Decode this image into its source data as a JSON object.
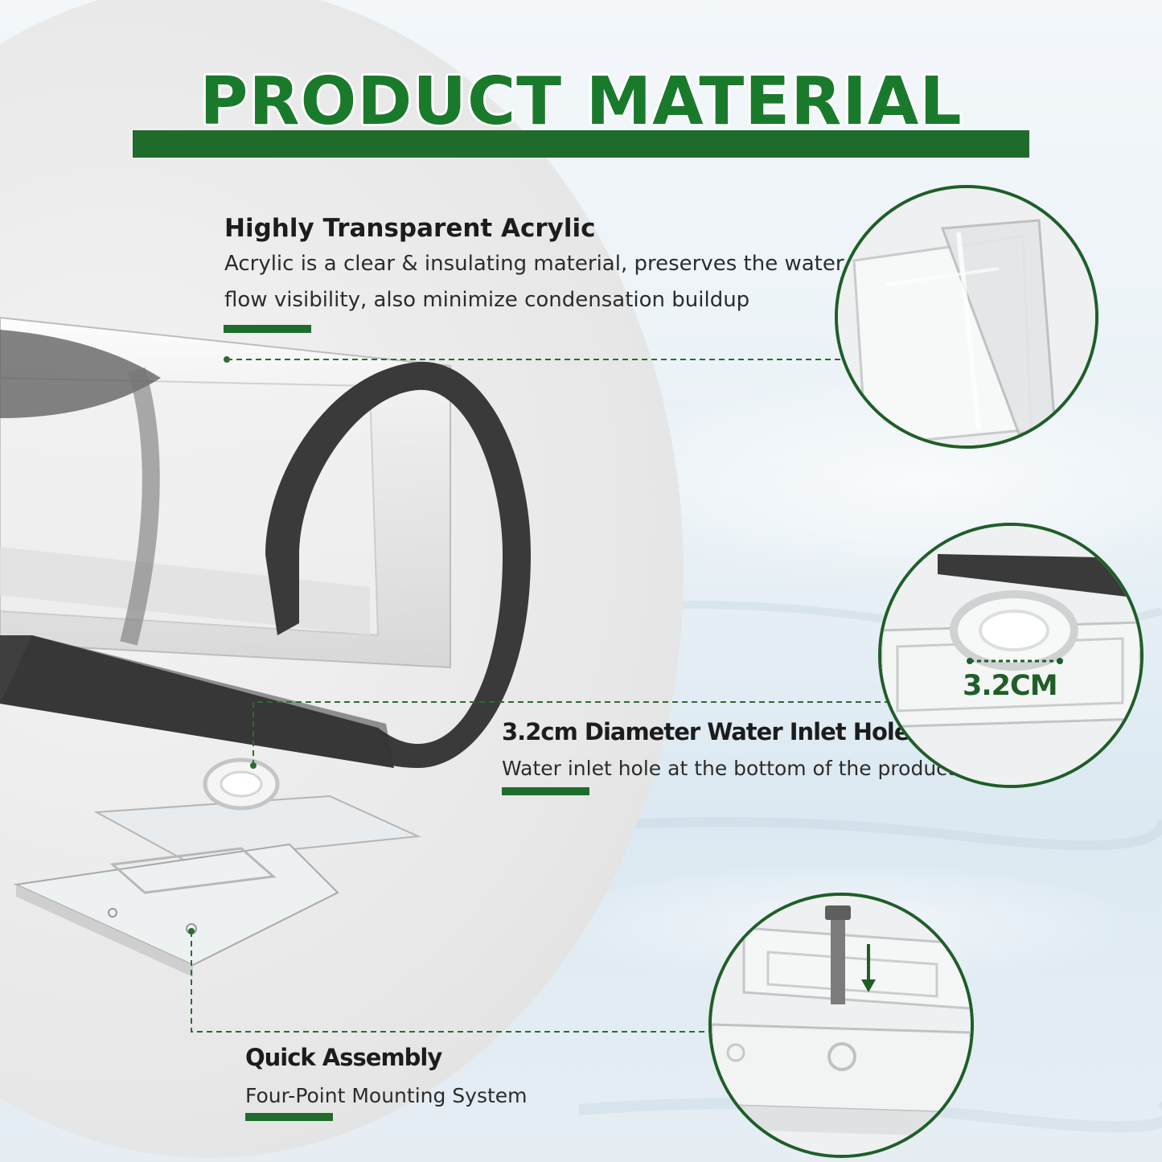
{
  "title": "PRODUCT MATERIAL",
  "colors": {
    "brand_green": "#1f6b2c",
    "title_green": "#1a7a2c",
    "gasket": "#3a3a3a"
  },
  "features": [
    {
      "title": "Highly Transparent Acrylic",
      "desc_line1": "Acrylic is a clear & insulating material, preserves the water",
      "desc_line2": "flow visibility, also minimize condensation buildup"
    },
    {
      "title": "3.2cm Diameter Water Inlet Hole",
      "desc": "Water inlet hole at the bottom of the product"
    },
    {
      "title": "Quick Assembly",
      "desc": "Four-Point Mounting System"
    }
  ],
  "insets": [
    {
      "name": "acrylic-sheets"
    },
    {
      "name": "inlet-hole-closeup",
      "measurement": "3.2CM"
    },
    {
      "name": "screw-assembly"
    }
  ]
}
